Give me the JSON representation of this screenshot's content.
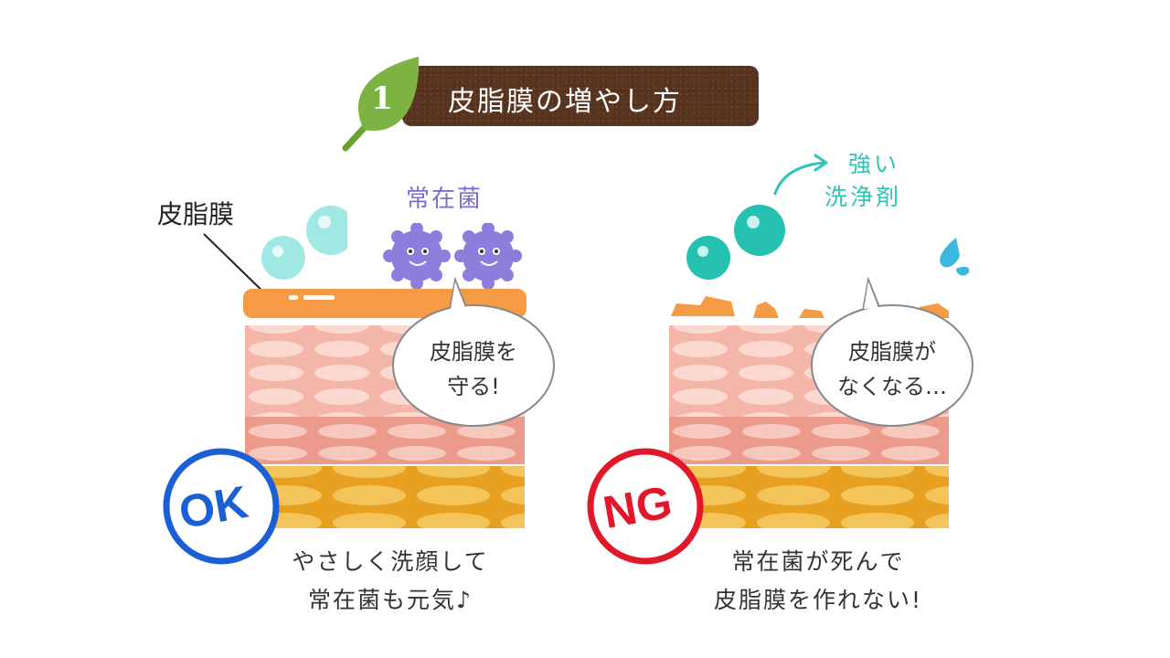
{
  "header": {
    "step_number": "1",
    "title": "皮脂膜の増やし方"
  },
  "ok_panel": {
    "sebum_label": "皮脂膜",
    "bacteria_label": "常在菌",
    "bubble_line1": "皮脂膜を",
    "bubble_line2": "守る!",
    "badge": "OK",
    "caption_line1": "やさしく洗顔して",
    "caption_line2": "常在菌も元気♪"
  },
  "ng_panel": {
    "detergent_line1": "強い",
    "detergent_line2": "洗浄剤",
    "bubble_line1": "皮脂膜が",
    "bubble_line2": "なくなる…",
    "badge": "NG",
    "caption_line1": "常在菌が死んで",
    "caption_line2": "皮脂膜を作れない!"
  },
  "colors": {
    "banner": "#5a3520",
    "leaf": "#7cb342",
    "sebum": "#f59a45",
    "skin_upper": "#f4b6a8",
    "skin_mid": "#ec9a8b",
    "fat_layer": "#e8a020",
    "bacteria": "#8c7fdc",
    "ok_blue": "#1b5fd6",
    "ng_red": "#e0182a",
    "teal": "#2ec4b6"
  }
}
